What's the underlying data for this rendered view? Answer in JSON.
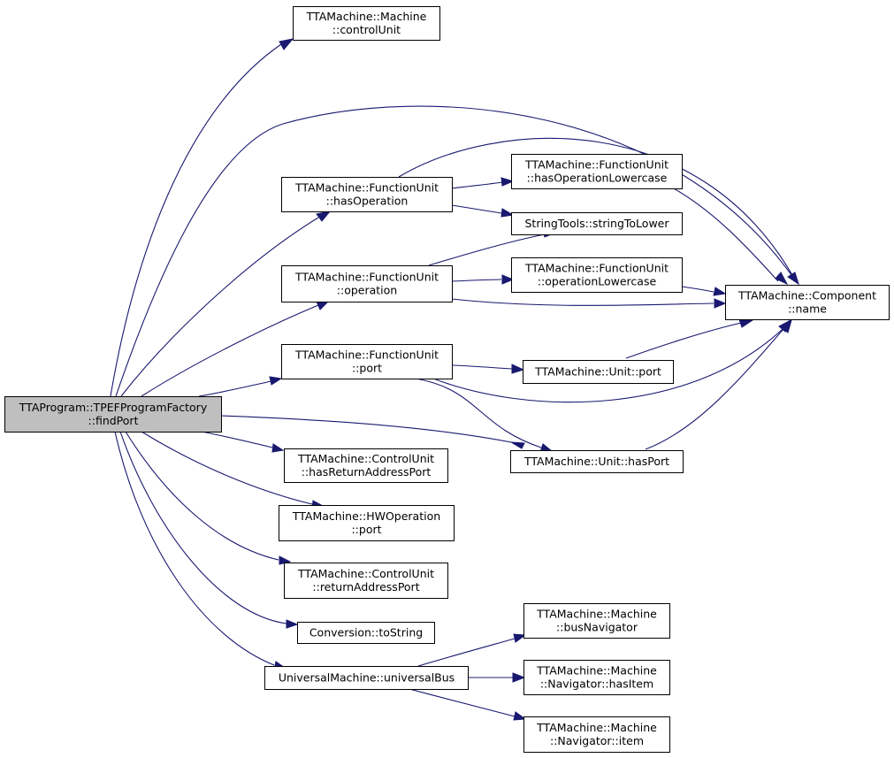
{
  "graph": {
    "nodes": {
      "find_port": {
        "lines": [
          "TTAProgram::TPEFProgramFactory",
          "::findPort"
        ],
        "root": true
      },
      "control_unit_get": {
        "lines": [
          "TTAMachine::Machine",
          "::controlUnit"
        ]
      },
      "fu_has_operation": {
        "lines": [
          "TTAMachine::FunctionUnit",
          "::hasOperation"
        ]
      },
      "fu_has_op_lower": {
        "lines": [
          "TTAMachine::FunctionUnit",
          "::hasOperationLowercase"
        ]
      },
      "string_to_lower": {
        "lines": [
          "StringTools::stringToLower"
        ]
      },
      "fu_operation": {
        "lines": [
          "TTAMachine::FunctionUnit",
          "::operation"
        ]
      },
      "fu_op_lower": {
        "lines": [
          "TTAMachine::FunctionUnit",
          "::operationLowercase"
        ]
      },
      "component_name": {
        "lines": [
          "TTAMachine::Component",
          "::name"
        ]
      },
      "fu_port": {
        "lines": [
          "TTAMachine::FunctionUnit",
          "::port"
        ]
      },
      "unit_port": {
        "lines": [
          "TTAMachine::Unit::port"
        ]
      },
      "unit_has_port": {
        "lines": [
          "TTAMachine::Unit::hasPort"
        ]
      },
      "cu_has_ra_port": {
        "lines": [
          "TTAMachine::ControlUnit",
          "::hasReturnAddressPort"
        ]
      },
      "hwop_port": {
        "lines": [
          "TTAMachine::HWOperation",
          "::port"
        ]
      },
      "cu_ra_port": {
        "lines": [
          "TTAMachine::ControlUnit",
          "::returnAddressPort"
        ]
      },
      "conversion_tostring": {
        "lines": [
          "Conversion::toString"
        ]
      },
      "universal_bus": {
        "lines": [
          "UniversalMachine::universalBus"
        ]
      },
      "bus_navigator": {
        "lines": [
          "TTAMachine::Machine",
          "::busNavigator"
        ]
      },
      "nav_has_item": {
        "lines": [
          "TTAMachine::Machine",
          "::Navigator::hasItem"
        ]
      },
      "nav_item": {
        "lines": [
          "TTAMachine::Machine",
          "::Navigator::item"
        ]
      }
    },
    "edges": [
      [
        "find_port",
        "control_unit_get"
      ],
      [
        "find_port",
        "component_name"
      ],
      [
        "find_port",
        "fu_has_operation"
      ],
      [
        "find_port",
        "fu_operation"
      ],
      [
        "find_port",
        "fu_port"
      ],
      [
        "find_port",
        "unit_has_port"
      ],
      [
        "find_port",
        "cu_has_ra_port"
      ],
      [
        "find_port",
        "hwop_port"
      ],
      [
        "find_port",
        "cu_ra_port"
      ],
      [
        "find_port",
        "conversion_tostring"
      ],
      [
        "find_port",
        "universal_bus"
      ],
      [
        "fu_has_operation",
        "component_name"
      ],
      [
        "fu_has_operation",
        "fu_has_op_lower"
      ],
      [
        "fu_has_operation",
        "string_to_lower"
      ],
      [
        "fu_has_op_lower",
        "component_name"
      ],
      [
        "fu_operation",
        "string_to_lower"
      ],
      [
        "fu_operation",
        "fu_op_lower"
      ],
      [
        "fu_operation",
        "component_name"
      ],
      [
        "fu_op_lower",
        "component_name"
      ],
      [
        "fu_port",
        "unit_port"
      ],
      [
        "fu_port",
        "component_name"
      ],
      [
        "fu_port",
        "unit_has_port"
      ],
      [
        "unit_port",
        "component_name"
      ],
      [
        "unit_has_port",
        "component_name"
      ],
      [
        "universal_bus",
        "bus_navigator"
      ],
      [
        "universal_bus",
        "nav_has_item"
      ],
      [
        "universal_bus",
        "nav_item"
      ]
    ]
  }
}
